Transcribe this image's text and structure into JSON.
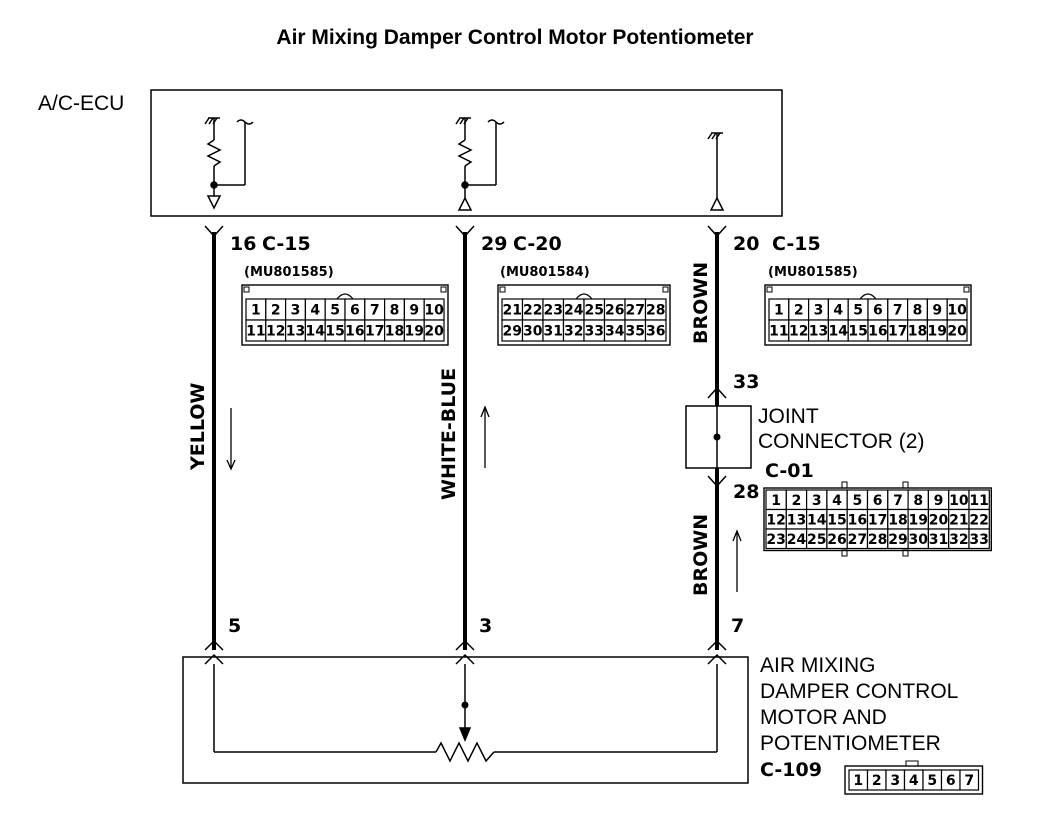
{
  "title": "Air Mixing Damper Control Motor Potentiometer",
  "ecu_label": "A/C-ECU",
  "wires": [
    {
      "id": "left",
      "pin_top": "16",
      "connector": "C-15",
      "part_no": "(MU801585)",
      "color": "YELLOW",
      "pin_bottom": "5"
    },
    {
      "id": "middle",
      "pin_top": "29",
      "connector": "C-20",
      "part_no": "(MU801584)",
      "color": "WHITE-BLUE",
      "pin_bottom": "3"
    },
    {
      "id": "right",
      "pin_top": "20",
      "connector": "C-15",
      "part_no": "(MU801585)",
      "color": "BROWN",
      "color_lower": "BROWN",
      "pin_joint_in": "33",
      "pin_joint_out": "28",
      "pin_bottom": "7"
    }
  ],
  "connectors": {
    "c15_rows": [
      [
        "1",
        "2",
        "3",
        "4",
        "5",
        "6",
        "7",
        "8",
        "9",
        "10"
      ],
      [
        "11",
        "12",
        "13",
        "14",
        "15",
        "16",
        "17",
        "18",
        "19",
        "20"
      ]
    ],
    "c20_rows": [
      [
        "21",
        "22",
        "23",
        "24",
        "25",
        "26",
        "27",
        "28"
      ],
      [
        "29",
        "30",
        "31",
        "32",
        "33",
        "34",
        "35",
        "36"
      ]
    ],
    "c01_rows": [
      [
        "1",
        "2",
        "3",
        "4",
        "5",
        "6",
        "7",
        "8",
        "9",
        "10",
        "11"
      ],
      [
        "12",
        "13",
        "14",
        "15",
        "16",
        "17",
        "18",
        "19",
        "20",
        "21",
        "22"
      ],
      [
        "23",
        "24",
        "25",
        "26",
        "27",
        "28",
        "29",
        "30",
        "31",
        "32",
        "33"
      ]
    ],
    "c109_row": [
      "1",
      "2",
      "3",
      "4",
      "5",
      "6",
      "7"
    ]
  },
  "joint": {
    "line1": "JOINT",
    "line2": "CONNECTOR (2)",
    "code": "C-01"
  },
  "motor": {
    "line1": "AIR MIXING",
    "line2": "DAMPER CONTROL",
    "line3": "MOTOR AND",
    "line4": "POTENTIOMETER",
    "code": "C-109"
  }
}
